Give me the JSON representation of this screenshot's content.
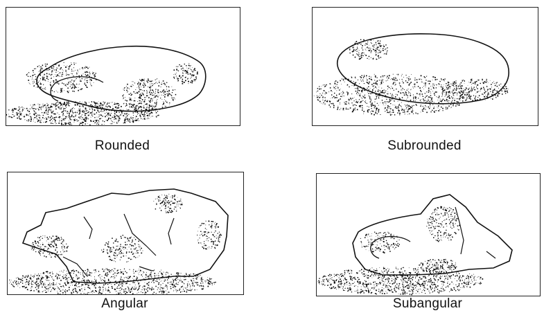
{
  "panels": [
    {
      "id": "rounded",
      "caption": "Rounded"
    },
    {
      "id": "subrounded",
      "caption": "Subrounded"
    },
    {
      "id": "angular",
      "caption": "Angular"
    },
    {
      "id": "subangular",
      "caption": "Subangular"
    }
  ],
  "colors": {
    "line": "#111111",
    "speckle": "#000000",
    "background": "#ffffff"
  }
}
